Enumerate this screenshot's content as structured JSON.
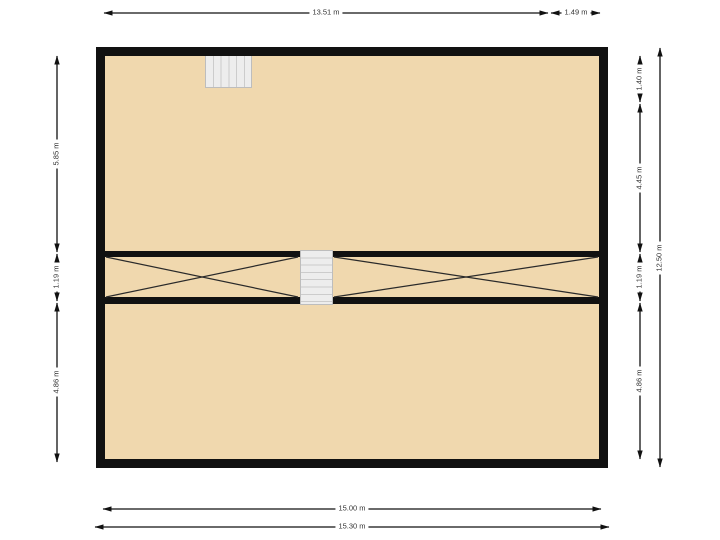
{
  "plan_type": "floor-plan",
  "unit": "m",
  "colors": {
    "floor_fill": "#f0d8ae",
    "wall": "#111111",
    "stair_fill": "#ededed",
    "dimension_text": "#333333"
  },
  "dims": {
    "top": [
      "13.51 m",
      "1.49 m"
    ],
    "left": [
      "5.85 m",
      "1.19 m",
      "4.86 m"
    ],
    "right_inner": [
      "1.40 m",
      "4.45 m",
      "1.19 m",
      "4.86 m"
    ],
    "right_outer": [
      "12.50 m"
    ],
    "bottom": [
      "15.00 m",
      "15.30 m"
    ]
  }
}
